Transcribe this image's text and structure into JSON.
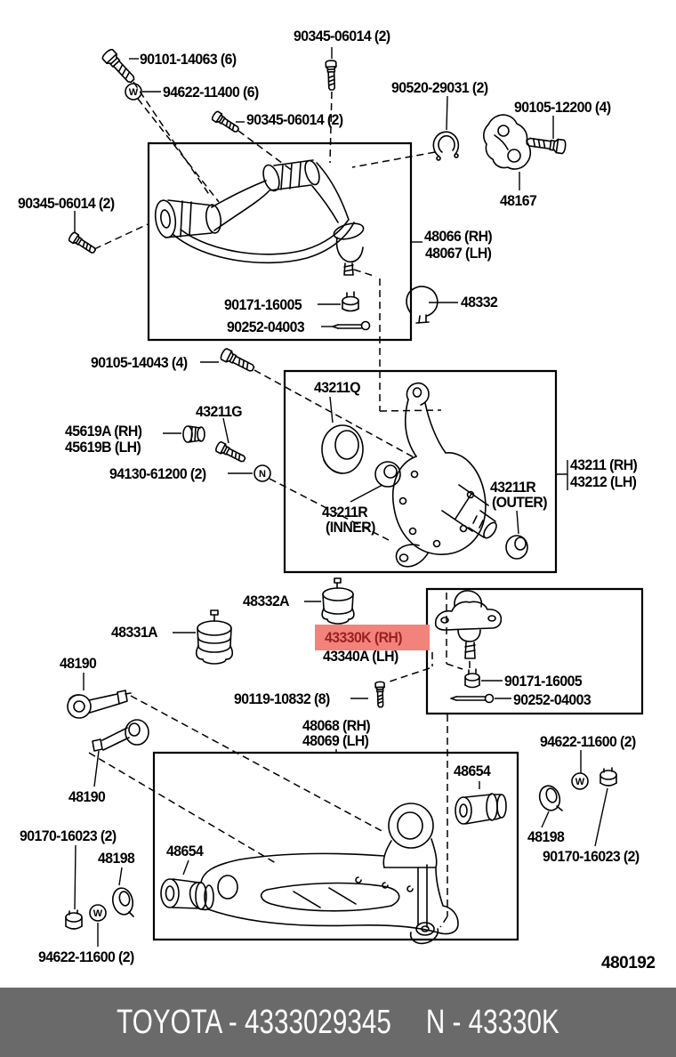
{
  "colors": {
    "line": "#000000",
    "highlight_bg": "#f2837b",
    "highlight_text": "#9c1f1f",
    "footer_bg": "#6a6a6a",
    "footer_text": "#ffffff"
  },
  "labels": {
    "p90345_top": "90345-06014 (2)",
    "p90101": "90101-14063 (6)",
    "p94622_11400": "94622-11400 (6)",
    "p90345_mid": "90345-06014 (2)",
    "p90345_left": "90345-06014 (2)",
    "p90520": "90520-29031 (2)",
    "p90105_12200": "90105-12200 (4)",
    "p48167": "48167",
    "p48066": "48066 (RH)",
    "p48067": "48067 (LH)",
    "p90171_upper": "90171-16005",
    "p90252_upper": "90252-04003",
    "p48332": "48332",
    "p90105_14043": "90105-14043 (4)",
    "p43211Q": "43211Q",
    "p43211G": "43211G",
    "p45619A": "45619A (RH)",
    "p45619B": "45619B (LH)",
    "p94130": "94130-61200 (2)",
    "p43211": "43211 (RH)",
    "p43212": "43212 (LH)",
    "p43211R_outer": "43211R",
    "p43211R_outer_sub": "(OUTER)",
    "p43211R_inner": "43211R",
    "p43211R_inner_sub": "(INNER)",
    "p48332A": "48332A",
    "p48331A": "48331A",
    "p43330K": "43330K (RH)",
    "p43340A": "43340A (LH)",
    "p90171_lower": "90171-16005",
    "p90252_lower": "90252-04003",
    "p90119": "90119-10832 (8)",
    "p48190_upper": "48190",
    "p48190_lower": "48190",
    "p48068": "48068 (RH)",
    "p48069": "48069 (LH)",
    "p94622_right": "94622-11600 (2)",
    "p48654_right": "48654",
    "p48654_left": "48654",
    "p48198_right": "48198",
    "p90170_right": "90170-16023 (2)",
    "p90170_left": "90170-16023 (2)",
    "p48198_left": "48198",
    "p94622_left": "94622-11600 (2)"
  },
  "icons": {
    "washer_letter": "W",
    "nut_letter": "N"
  },
  "figure_code": "480192",
  "footer": {
    "left": "TOYOTA - 4333029345",
    "right": "N - 43330K"
  }
}
